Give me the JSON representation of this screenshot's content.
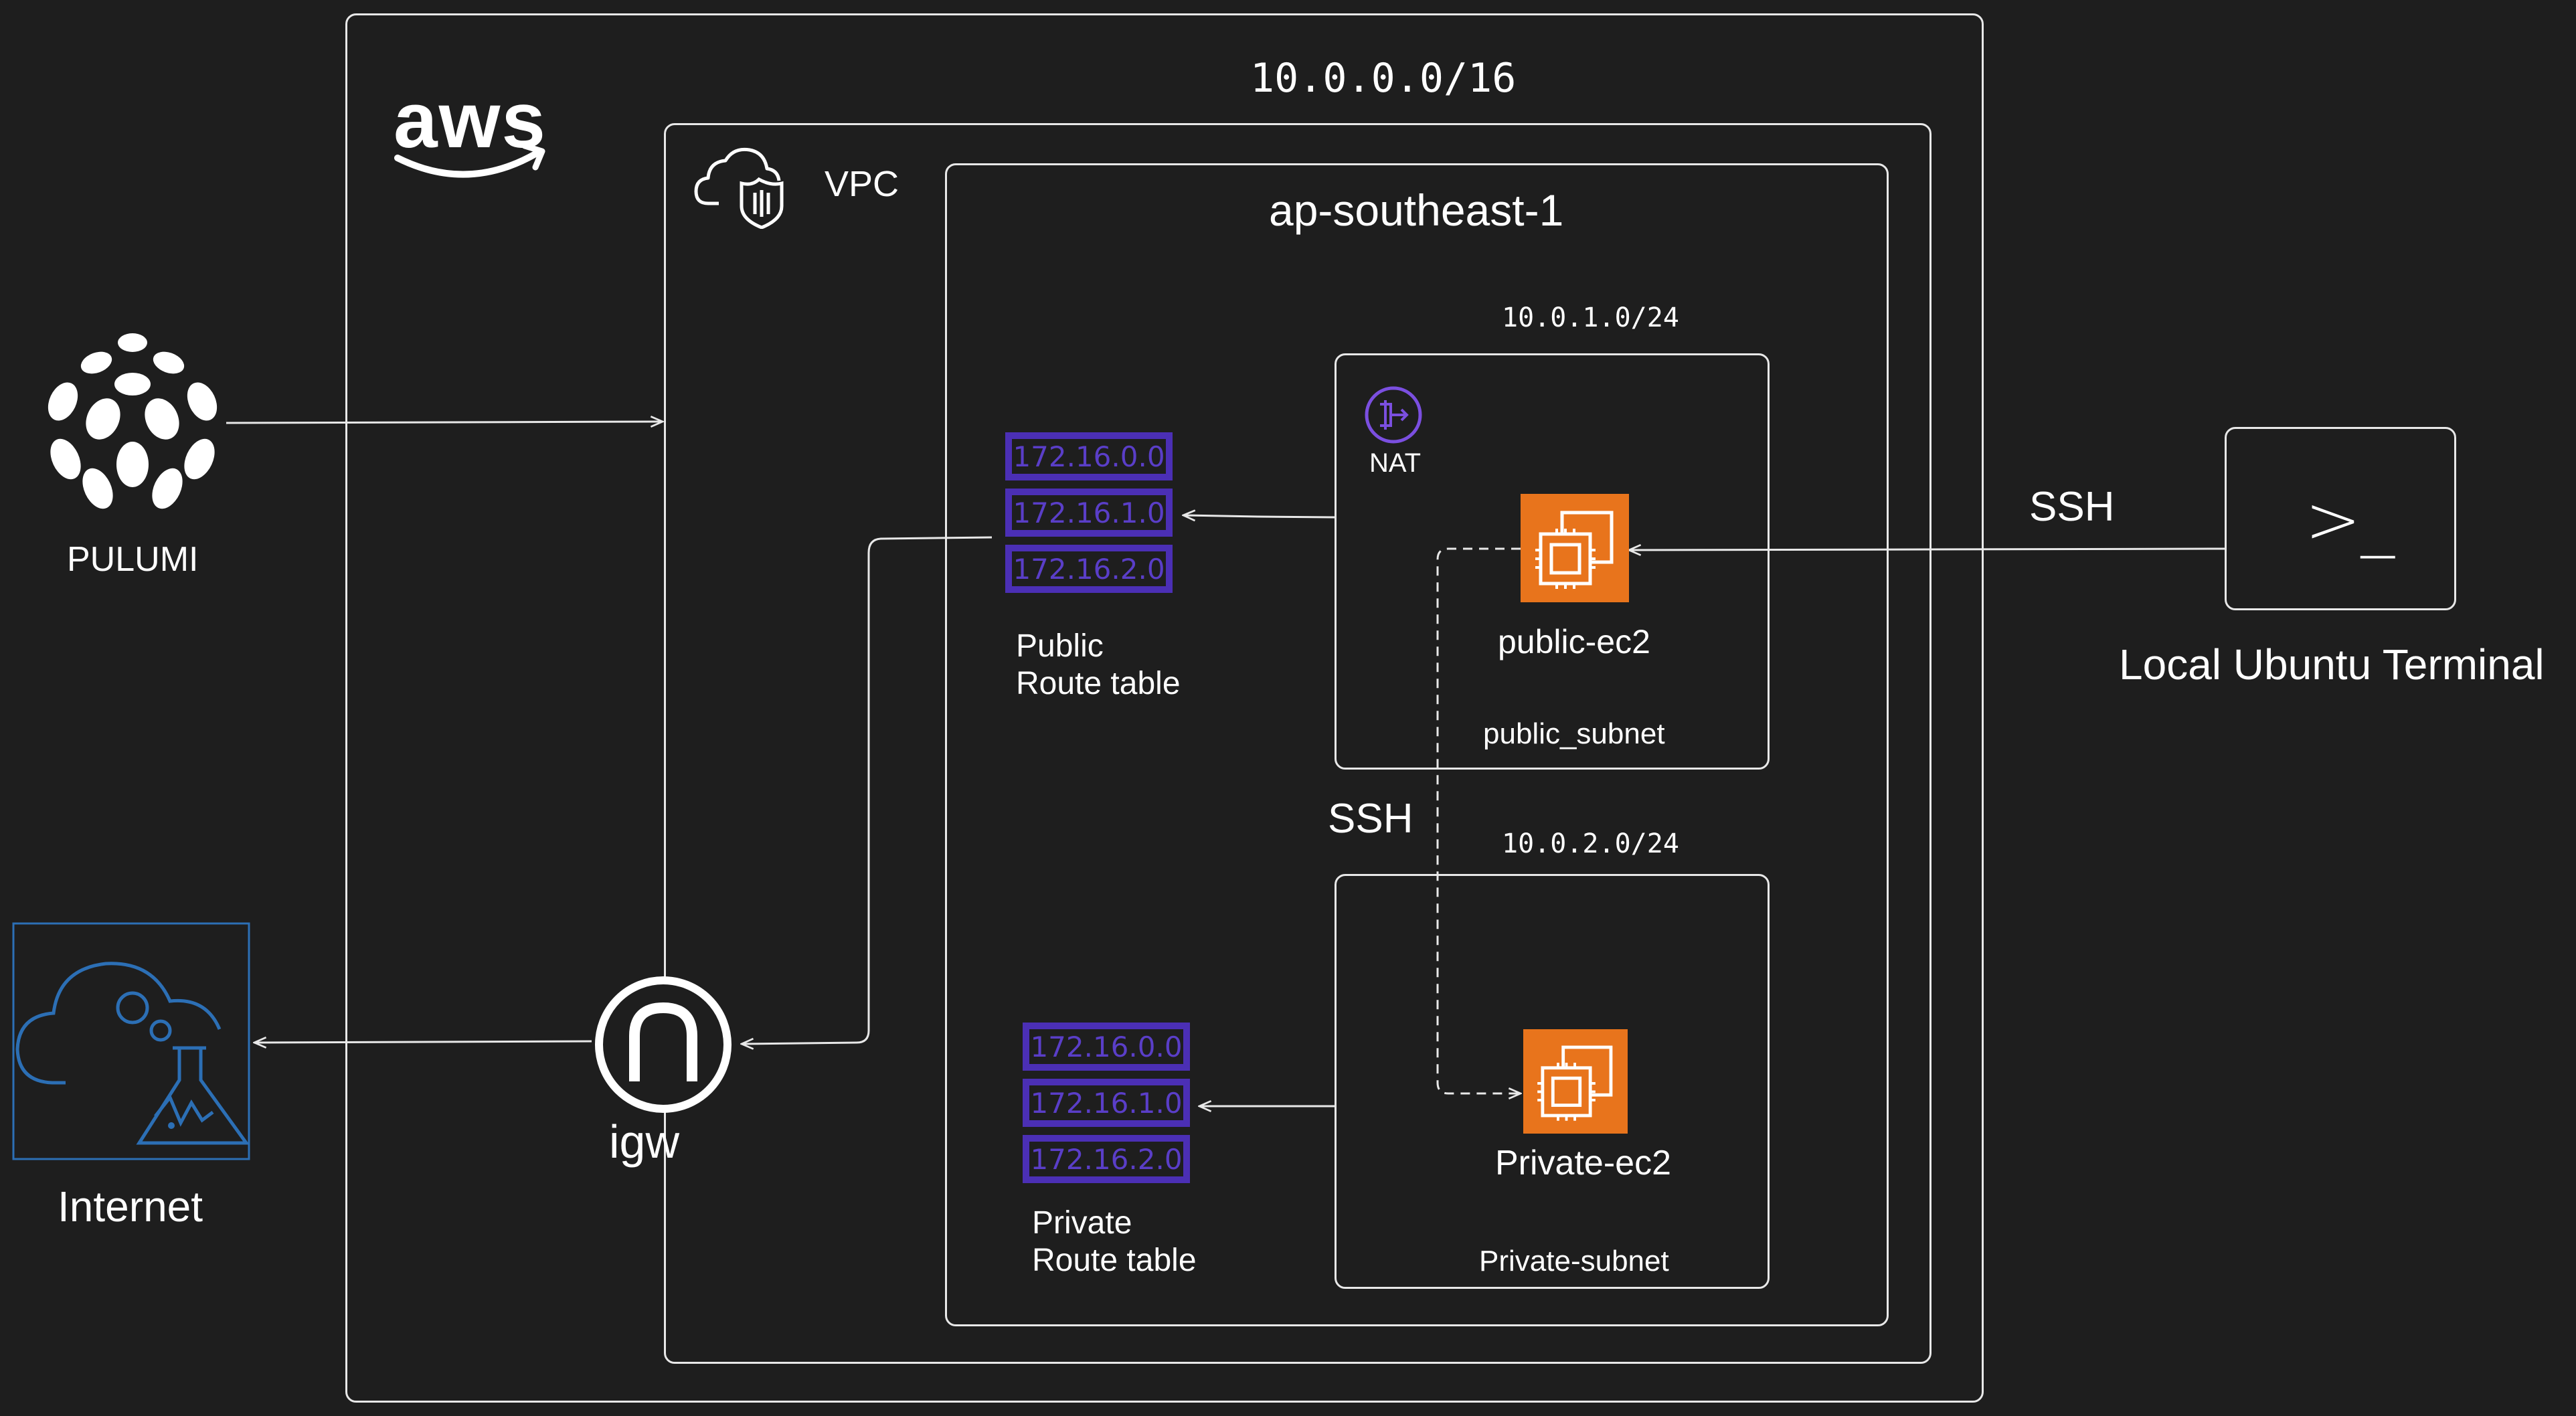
{
  "diagram": {
    "cidr_vpc": "10.0.0.0/16",
    "vpc_label": "VPC",
    "region": "ap-southeast-1",
    "aws_logo_text": "aws",
    "public_subnet": {
      "cidr": "10.0.1.0/24",
      "name": "public_subnet",
      "nat_label": "NAT",
      "ec2_label": "public-ec2"
    },
    "private_subnet": {
      "cidr": "10.0.2.0/24",
      "name": "Private-subnet",
      "ec2_label": "Private-ec2"
    },
    "public_route_table": {
      "entries": [
        "172.16.0.0",
        "172.16.1.0",
        "172.16.2.0"
      ],
      "label_line1": "Public",
      "label_line2": "Route table"
    },
    "private_route_table": {
      "entries": [
        "172.16.0.0",
        "172.16.1.0",
        "172.16.2.0"
      ],
      "label_line1": "Private",
      "label_line2": "Route table"
    },
    "igw_label": "igw",
    "internet_label": "Internet",
    "pulumi_label": "PULUMI",
    "terminal_label": "Local Ubuntu Terminal",
    "terminal_prompt": ">_",
    "ssh_external": "SSH",
    "ssh_internal": "SSH"
  },
  "colors": {
    "background": "#1e1e1e",
    "line": "#e8e8e8",
    "route_table": "#4b2fb5",
    "ec2_orange": "#e8741c",
    "nat_purple": "#7b4fe0",
    "internet_blue": "#2c6fb5"
  },
  "icons": [
    "aws-logo",
    "vpc-shield-cloud-icon",
    "nat-gateway-icon",
    "ec2-chip-icon",
    "igw-arch-icon",
    "internet-cloud-flask-icon",
    "pulumi-logo",
    "terminal-icon"
  ]
}
